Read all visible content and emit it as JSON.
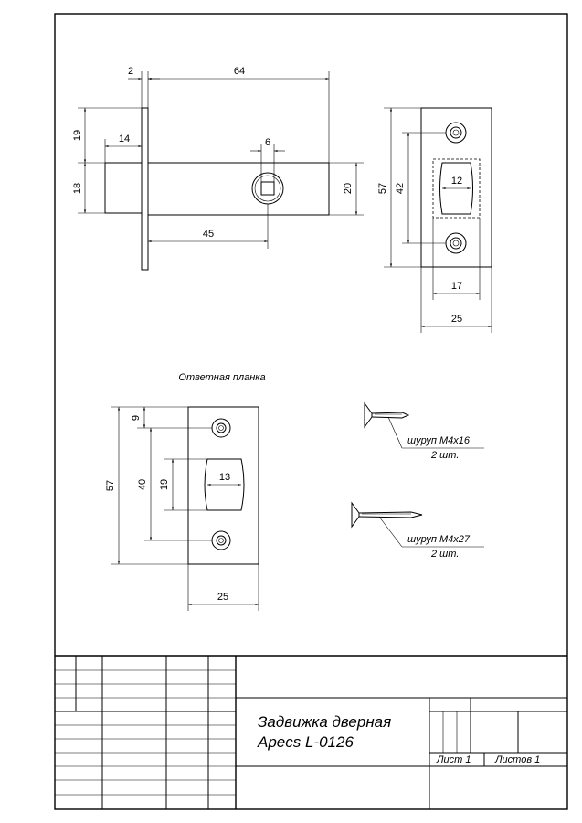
{
  "title": {
    "line1": "Задвижка дверная",
    "line2": "Apecs L-0126"
  },
  "sheet": {
    "sheet_label": "Лист 1",
    "sheets_label": "Листов 1"
  },
  "strike_plate_caption": "Ответная планка",
  "screws": [
    {
      "label": "шуруп М4х16",
      "qty": "2 шт."
    },
    {
      "label": "шуруп М4х27",
      "qty": "2 шт."
    }
  ],
  "dims_side": {
    "faceplate_thickness": "2",
    "backset": "64",
    "upper_height": "19",
    "bolt_length": "14",
    "bolt_height": "18",
    "square": "6",
    "body_height": "20",
    "spindle_offset": "45"
  },
  "dims_front": {
    "plate_height": "57",
    "hole_spacing": "42",
    "bolt_width": "12",
    "cutout_width": "17",
    "plate_width": "25"
  },
  "dims_strike": {
    "hole_offset": "9",
    "plate_height": "57",
    "hole_spacing": "40",
    "opening_height": "19",
    "opening_width": "13",
    "plate_width": "25"
  }
}
